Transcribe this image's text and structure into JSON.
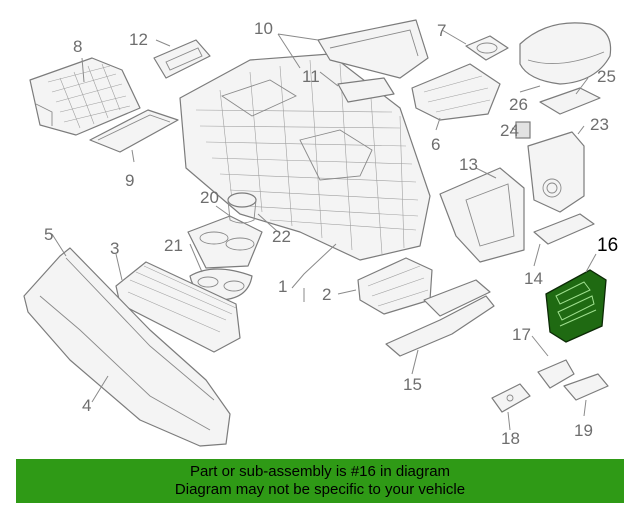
{
  "diagram": {
    "callouts": {
      "c1": "1",
      "c2": "2",
      "c3": "3",
      "c4": "4",
      "c5": "5",
      "c6": "6",
      "c7": "7",
      "c8": "8",
      "c9": "9",
      "c10": "10",
      "c11": "11",
      "c12": "12",
      "c13": "13",
      "c14": "14",
      "c15": "15",
      "c16": "16",
      "c17": "17",
      "c18": "18",
      "c19": "19",
      "c20": "20",
      "c21": "21",
      "c22": "22",
      "c23": "23",
      "c24": "24",
      "c25": "25",
      "c26": "26"
    },
    "highlighted_part": "16",
    "highlight_color": "#2f9a16"
  },
  "banner": {
    "line1": "Part or sub-assembly is #16 in diagram",
    "line2": "Diagram may not be specific to your vehicle",
    "background": "#2f9a16"
  }
}
